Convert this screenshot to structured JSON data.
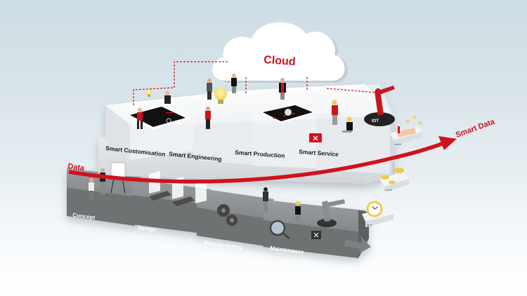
{
  "title": "Smart Data lifecycle illustration",
  "cloud": {
    "label": "Cloud"
  },
  "data_arrow": {
    "start_label": "Data",
    "end_label": "Smart Data"
  },
  "upper_stages": [
    {
      "label": "Smart Customisation"
    },
    {
      "label": "Smart Engineering"
    },
    {
      "label": "Smart Production"
    },
    {
      "label": "Smart Service"
    }
  ],
  "lower_stages": [
    {
      "label": "Concept"
    },
    {
      "label": "Design"
    },
    {
      "label": "Manufacturing"
    },
    {
      "label": "Maintenance"
    }
  ],
  "benefits": [
    {
      "label": "Value",
      "icon": "handshake-icon"
    },
    {
      "label": "Costs",
      "icon": "coins-icon"
    },
    {
      "label": "Time",
      "icon": "clock-icon"
    }
  ],
  "iot_label": "IOT",
  "colors": {
    "accent": "#d0121b",
    "upper_block": "#f0f2f4",
    "lower_block": "#6e7273",
    "gold": "#f2c94c"
  }
}
